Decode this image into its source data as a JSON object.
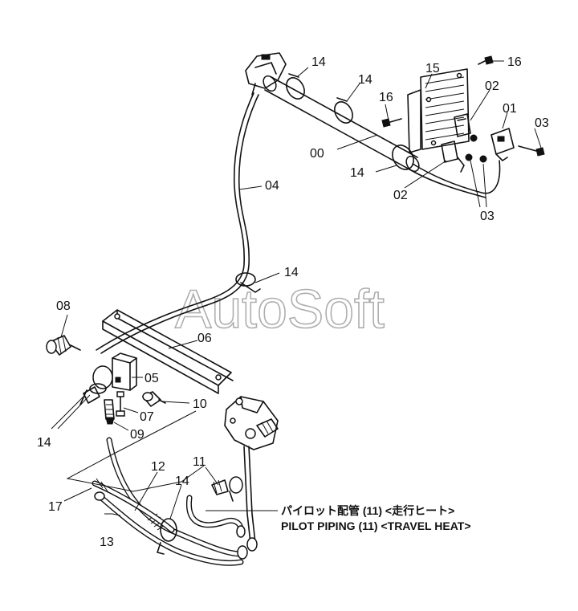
{
  "watermark": "AutoSoft",
  "callouts": {
    "c00": "00",
    "c01": "01",
    "c02a": "02",
    "c02b": "02",
    "c03a": "03",
    "c03b": "03",
    "c04": "04",
    "c05": "05",
    "c06": "06",
    "c07": "07",
    "c08": "08",
    "c09": "09",
    "c10": "10",
    "c11": "11",
    "c12": "12",
    "c13": "13",
    "c14a": "14",
    "c14b": "14",
    "c14c": "14",
    "c14d": "14",
    "c14e": "14",
    "c14f": "14",
    "c15": "15",
    "c16a": "16",
    "c16b": "16",
    "c17": "17"
  },
  "caption": {
    "japanese": "パイロット配管 (11) <走行ヒート>",
    "english": "PILOT PIPING (11) <TRAVEL HEAT>"
  }
}
